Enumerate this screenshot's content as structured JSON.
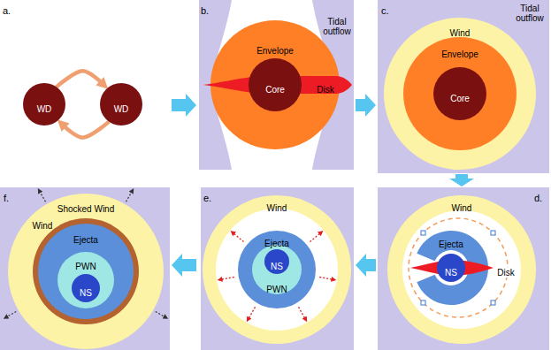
{
  "diagram": {
    "nodes": [
      {
        "text": [
          "WD"
        ]
      },
      {
        "text": [
          "WD"
        ]
      },
      {
        "text": [
          "Tidal outflow"
        ]
      },
      {
        "text": [
          "Envelope"
        ]
      },
      {
        "text": [
          "Disk"
        ],
        "in": 3
      },
      {
        "text": [
          "Core"
        ],
        "in": 3
      },
      {
        "text": [
          "Tidal outflow"
        ]
      },
      {
        "text": [
          "Wind"
        ],
        "in": 6
      },
      {
        "text": [
          "Envelope"
        ],
        "in": 7
      },
      {
        "text": [
          "Core"
        ],
        "in": 8
      },
      {
        "text": [
          "Wind"
        ]
      },
      {
        "text": [
          "Ejecta"
        ],
        "in": 10
      },
      {
        "text": [
          "Disk"
        ],
        "in": 11
      },
      {
        "text": [
          "NS"
        ],
        "in": 11
      },
      {
        "text": [
          "Wind"
        ]
      },
      {
        "text": [
          "Ejecta"
        ],
        "in": 14
      },
      {
        "text": [
          "PWN"
        ],
        "in": 15
      },
      {
        "text": [
          "NS"
        ],
        "in": 16
      },
      {
        "text": [
          "Wind"
        ]
      },
      {
        "text": [
          "Shocked Wind"
        ],
        "in": 18
      },
      {
        "text": [
          "Ejecta"
        ],
        "in": 19
      },
      {
        "text": [
          "PWN"
        ],
        "in": 20
      },
      {
        "text": [
          "NS"
        ],
        "in": 21
      }
    ],
    "edges": [
      {
        "from": 0,
        "to": 1,
        "arrow": "to"
      },
      {
        "from": 1,
        "to": 0,
        "arrow": "to"
      }
    ],
    "labels": [
      "a.",
      "b.",
      "c.",
      "d.",
      "e.",
      "f."
    ]
  }
}
